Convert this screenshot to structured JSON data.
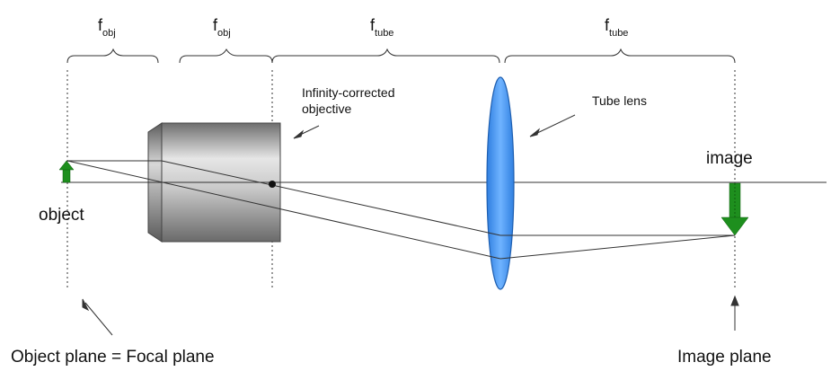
{
  "focal_labels": [
    {
      "base": "f",
      "sub": "obj"
    },
    {
      "base": "f",
      "sub": "obj"
    },
    {
      "base": "f",
      "sub": "tube"
    },
    {
      "base": "f",
      "sub": "tube"
    }
  ],
  "labels": {
    "objective": [
      "Infinity-corrected",
      "objective"
    ],
    "tube_lens": "Tube lens",
    "image": "image",
    "object": "object",
    "object_plane": "Object plane = Focal plane",
    "image_plane": "Image plane"
  },
  "colors": {
    "arrow_green": "#1e8f1e",
    "lens_blue": "#3f8fe8",
    "lens_outline": "#1f5fb0",
    "objective_body": "#9a9a9a",
    "line": "#333333"
  }
}
